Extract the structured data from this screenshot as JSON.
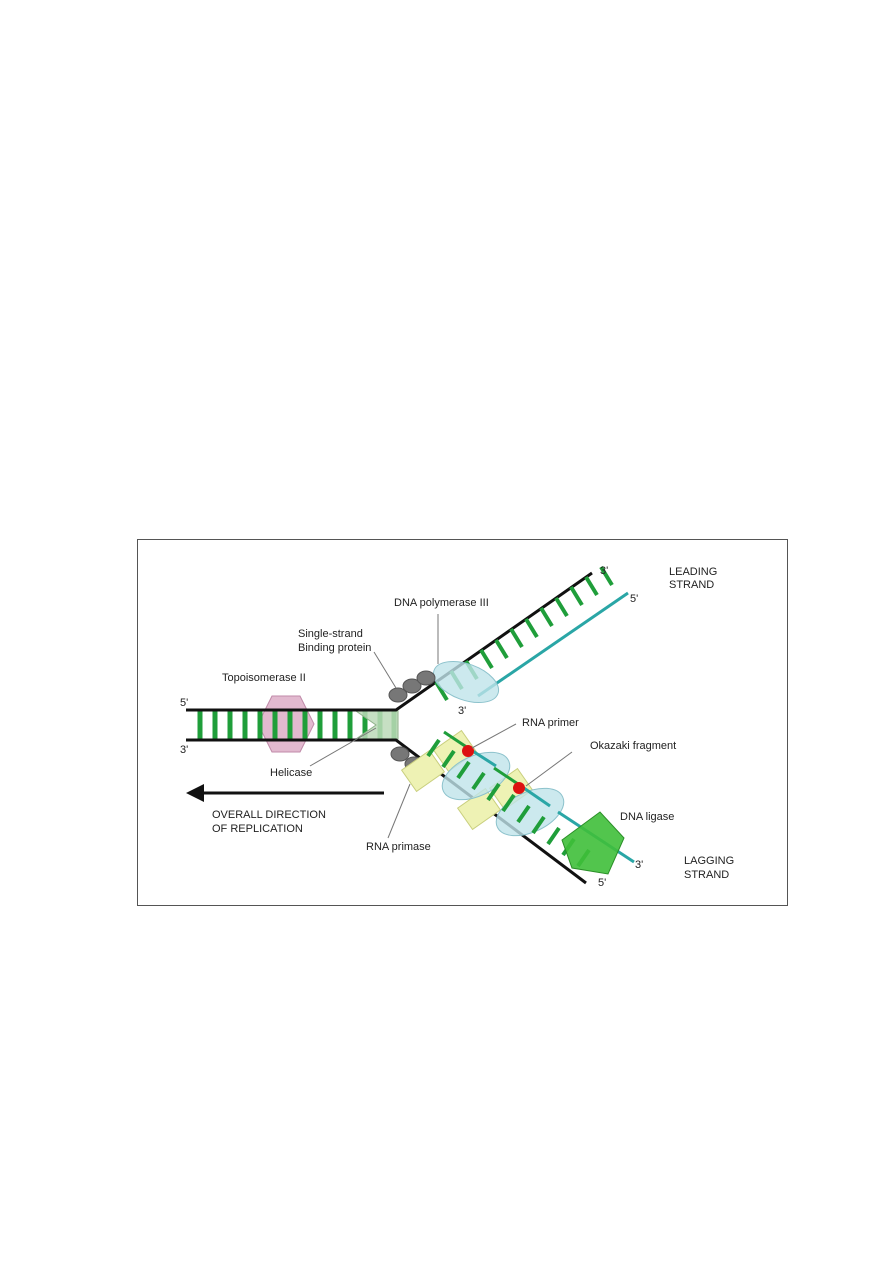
{
  "diagram": {
    "labels": {
      "leading_strand_line1": "LEADING",
      "leading_strand_line2": "STRAND",
      "lagging_strand_line1": "LAGGING",
      "lagging_strand_line2": "STRAND",
      "dna_polymerase": "DNA polymerase III",
      "ssb_line1": "Single-strand",
      "ssb_line2": "Binding protein",
      "topoisomerase": "Topoisomerase II",
      "helicase": "Helicase",
      "rna_primer": "RNA primer",
      "okazaki": "Okazaki fragment",
      "dna_ligase": "DNA ligase",
      "rna_primase": "RNA primase",
      "direction_line1": "OVERALL DIRECTION",
      "direction_line2": "OF REPLICATION",
      "five_prime": "5'",
      "three_prime": "3'"
    },
    "colors": {
      "parent_strand": "#111111",
      "rungs": "#1f9e3a",
      "new_strand": "#2aa6a6",
      "polymerase": "#bfe3ea",
      "topoisomerase": "#e2b9cf",
      "helicase": "#bcd9b8",
      "primase": "#eef2b4",
      "primer": "#dd1111",
      "ligase": "#3fbf3a",
      "ssb": "#777777"
    }
  }
}
